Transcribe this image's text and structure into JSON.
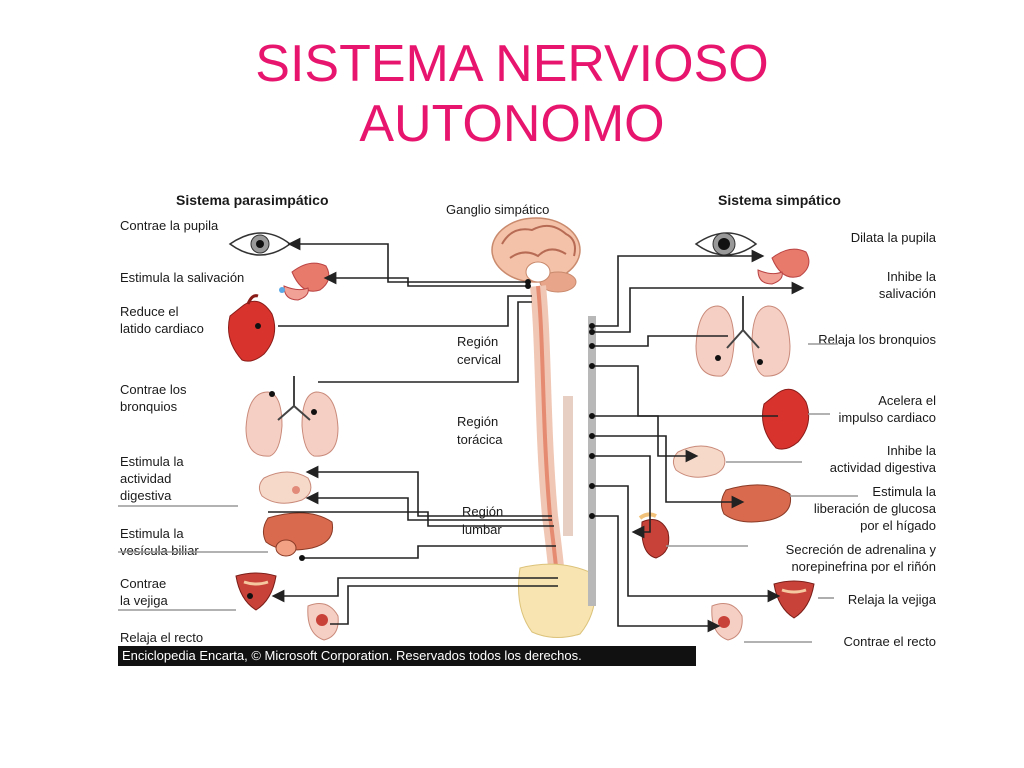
{
  "slide": {
    "title_line1": "SISTEMA NERVIOSO",
    "title_line2": "AUTONOMO"
  },
  "figure": {
    "headers": {
      "parasympathetic": "Sistema parasimpático",
      "ganglion": "Ganglio simpático",
      "sympathetic": "Sistema simpático"
    },
    "regions": {
      "cervical_1": "Región",
      "cervical_2": "cervical",
      "thoracic_1": "Región",
      "thoracic_2": "torácica",
      "lumbar_1": "Región",
      "lumbar_2": "lumbar"
    },
    "parasympathetic_labels": {
      "pupil": "Contrae la pupila",
      "salivation": "Estimula la salivación",
      "heart_1": "Reduce el",
      "heart_2": "latido cardiaco",
      "bronchi_1": "Contrae los",
      "bronchi_2": "bronquios",
      "digestive_1": "Estimula la",
      "digestive_2": "actividad",
      "digestive_3": "digestiva",
      "gallbladder_1": "Estimula la",
      "gallbladder_2": "vesícula biliar",
      "bladder_1": "Contrae",
      "bladder_2": "la vejiga",
      "rectum": "Relaja el recto"
    },
    "sympathetic_labels": {
      "pupil": "Dilata la pupila",
      "salivation_1": "Inhibe la",
      "salivation_2": "salivación",
      "bronchi": "Relaja los bronquios",
      "heart_1": "Acelera el",
      "heart_2": "impulso cardiaco",
      "digestive_1": "Inhibe la",
      "digestive_2": "actividad digestiva",
      "glucose_1": "Estimula la",
      "glucose_2": "liberación de glucosa",
      "glucose_3": "por el hígado",
      "adrenaline_1": "Secreción de adrenalina y",
      "adrenaline_2": "norepinefrina por el riñón",
      "bladder": "Relaja la vejiga",
      "rectum": "Contrae el recto"
    },
    "credit": "Enciclopedia Encarta, © Microsoft Corporation. Reservados todos los derechos."
  }
}
